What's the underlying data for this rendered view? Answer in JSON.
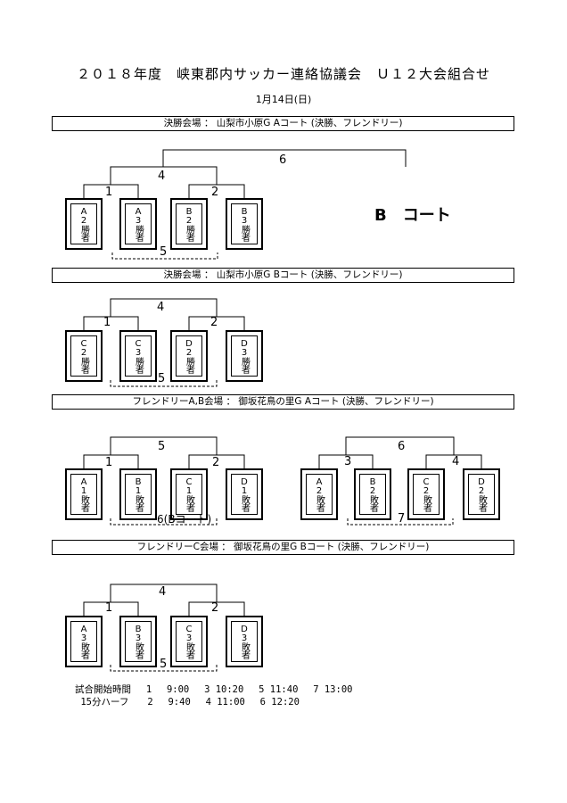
{
  "title": "２０１８年度　峡東郡内サッカー連絡協議会　Ｕ１２大会組合せ",
  "date": "1月14日(日)",
  "court_label": "B　コート",
  "venues": [
    "決勝会場 ： 山梨市小原G Aコート (決勝、フレンドリー)",
    "決勝会場 ： 山梨市小原G Bコート (決勝、フレンドリー)",
    "フレンドリーA,B会場 ： 御坂花鳥の里G Aコート (決勝、フレンドリー)",
    "フレンドリーC会場 ： 御坂花鳥の里G Bコート (決勝、フレンドリー)"
  ],
  "brackets": [
    {
      "teams": [
        "A2勝者",
        "A3勝者",
        "B2勝者",
        "B3勝者"
      ],
      "matches": {
        "left": "1",
        "right": "2",
        "final": "4",
        "third": "5",
        "top": "6"
      }
    },
    {
      "teams": [
        "C2勝者",
        "C3勝者",
        "D2勝者",
        "D3勝者"
      ],
      "matches": {
        "left": "1",
        "right": "2",
        "final": "4",
        "third": "5"
      }
    },
    {
      "teams": [
        "A1敗者",
        "B1敗者",
        "C1敗者",
        "D1敗者"
      ],
      "matches": {
        "left": "1",
        "right": "2",
        "final": "5",
        "third": "6(Bコート)"
      }
    },
    {
      "teams": [
        "A2敗者",
        "B2敗者",
        "C2敗者",
        "D2敗者"
      ],
      "matches": {
        "left": "3",
        "right": "4",
        "final": "6",
        "third": "7"
      }
    },
    {
      "teams": [
        "A3敗者",
        "B3敗者",
        "C3敗者",
        "D3敗者"
      ],
      "matches": {
        "left": "1",
        "right": "2",
        "final": "4",
        "third": "5"
      }
    }
  ],
  "schedule": {
    "row1": "試合開始時間　 1　 9:00　 3 10:20　 5 11:40　 7 13:00",
    "row2": " 15分ハーフ　　2　 9:40　 4 11:00　 6 12:20"
  }
}
